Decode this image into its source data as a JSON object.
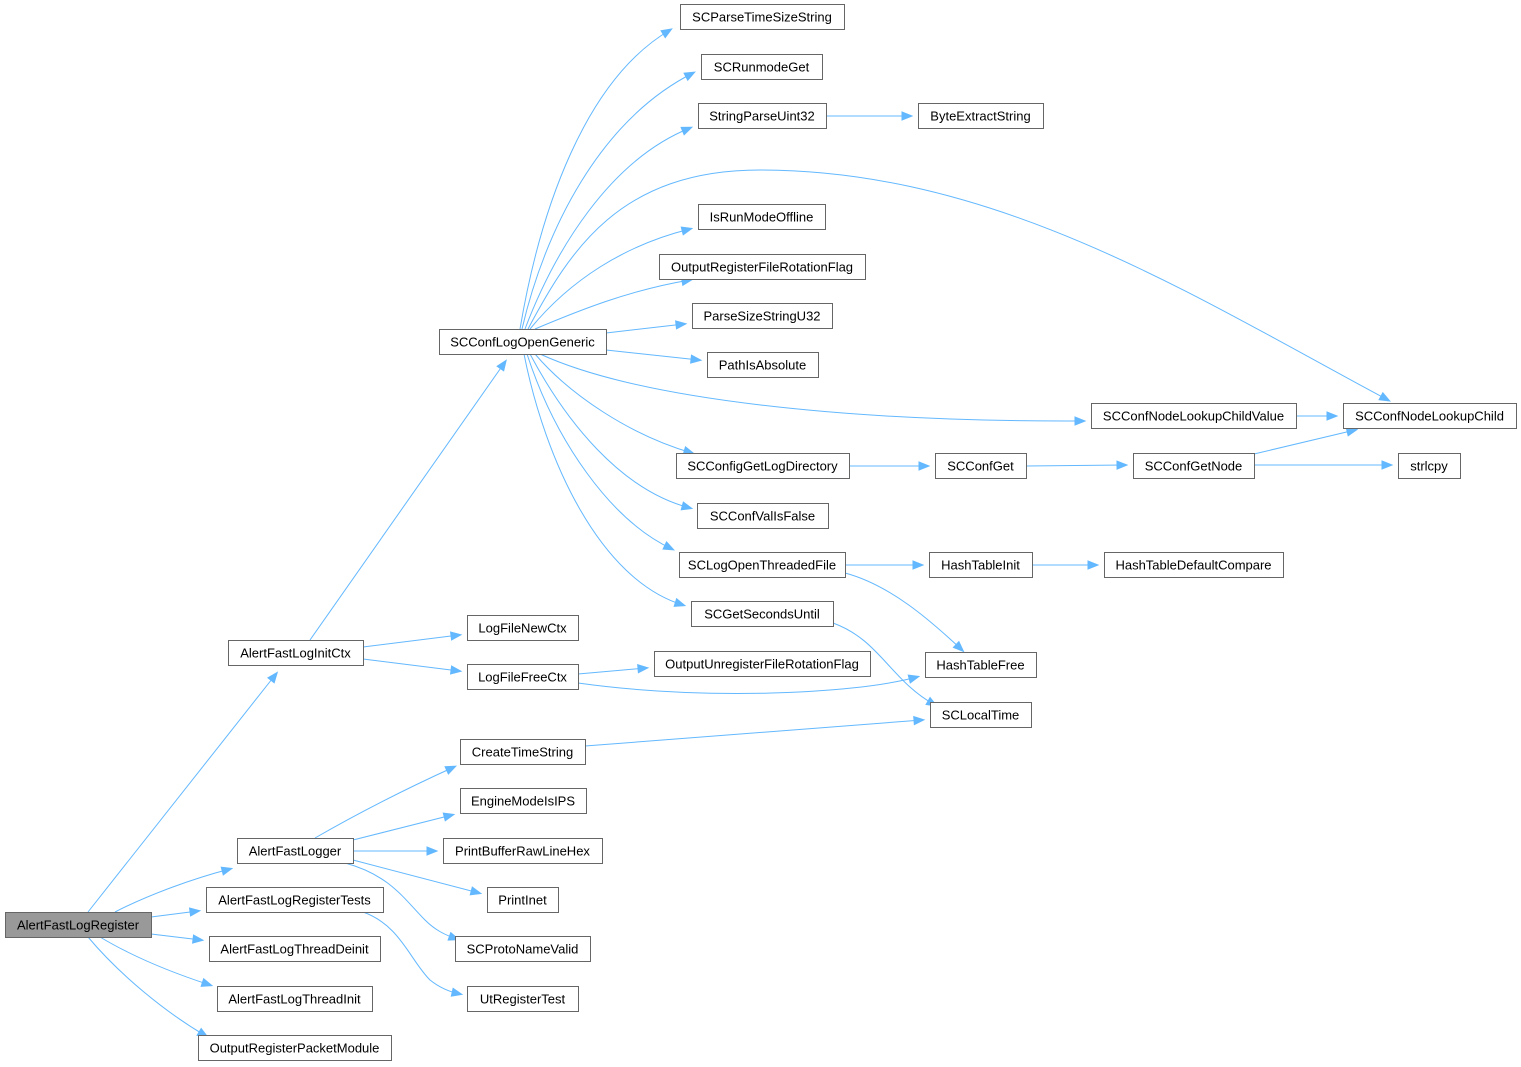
{
  "graph": {
    "colors": {
      "edge": "#63b8ff",
      "node_border": "#666666",
      "node_fill": "#ffffff",
      "root_fill": "#999999",
      "text": "#000000"
    },
    "nodes": [
      {
        "id": "AlertFastLogRegister",
        "label": "AlertFastLogRegister",
        "root": true
      },
      {
        "id": "AlertFastLogInitCtx",
        "label": "AlertFastLogInitCtx"
      },
      {
        "id": "AlertFastLogger",
        "label": "AlertFastLogger"
      },
      {
        "id": "AlertFastLogRegisterTests",
        "label": "AlertFastLogRegisterTests"
      },
      {
        "id": "AlertFastLogThreadDeinit",
        "label": "AlertFastLogThreadDeinit"
      },
      {
        "id": "AlertFastLogThreadInit",
        "label": "AlertFastLogThreadInit"
      },
      {
        "id": "OutputRegisterPacketModule",
        "label": "OutputRegisterPacketModule"
      },
      {
        "id": "SCConfLogOpenGeneric",
        "label": "SCConfLogOpenGeneric"
      },
      {
        "id": "LogFileNewCtx",
        "label": "LogFileNewCtx"
      },
      {
        "id": "LogFileFreeCtx",
        "label": "LogFileFreeCtx"
      },
      {
        "id": "CreateTimeString",
        "label": "CreateTimeString"
      },
      {
        "id": "EngineModeIsIPS",
        "label": "EngineModeIsIPS"
      },
      {
        "id": "PrintBufferRawLineHex",
        "label": "PrintBufferRawLineHex"
      },
      {
        "id": "PrintInet",
        "label": "PrintInet"
      },
      {
        "id": "SCProtoNameValid",
        "label": "SCProtoNameValid"
      },
      {
        "id": "UtRegisterTest",
        "label": "UtRegisterTest"
      },
      {
        "id": "SCParseTimeSizeString",
        "label": "SCParseTimeSizeString"
      },
      {
        "id": "SCRunmodeGet",
        "label": "SCRunmodeGet"
      },
      {
        "id": "StringParseUint32",
        "label": "StringParseUint32"
      },
      {
        "id": "IsRunModeOffline",
        "label": "IsRunModeOffline"
      },
      {
        "id": "OutputRegisterFileRotationFlag",
        "label": "OutputRegisterFileRotationFlag"
      },
      {
        "id": "ParseSizeStringU32",
        "label": "ParseSizeStringU32"
      },
      {
        "id": "PathIsAbsolute",
        "label": "PathIsAbsolute"
      },
      {
        "id": "SCConfigGetLogDirectory",
        "label": "SCConfigGetLogDirectory"
      },
      {
        "id": "SCConfValIsFalse",
        "label": "SCConfValIsFalse"
      },
      {
        "id": "SCLogOpenThreadedFile",
        "label": "SCLogOpenThreadedFile"
      },
      {
        "id": "SCGetSecondsUntil",
        "label": "SCGetSecondsUntil"
      },
      {
        "id": "OutputUnregisterFileRotationFlag",
        "label": "OutputUnregisterFileRotationFlag"
      },
      {
        "id": "ByteExtractString",
        "label": "ByteExtractString"
      },
      {
        "id": "SCConfGet",
        "label": "SCConfGet"
      },
      {
        "id": "HashTableInit",
        "label": "HashTableInit"
      },
      {
        "id": "HashTableFree",
        "label": "HashTableFree"
      },
      {
        "id": "SCLocalTime",
        "label": "SCLocalTime"
      },
      {
        "id": "SCConfNodeLookupChildValue",
        "label": "SCConfNodeLookupChildValue"
      },
      {
        "id": "SCConfGetNode",
        "label": "SCConfGetNode"
      },
      {
        "id": "HashTableDefaultCompare",
        "label": "HashTableDefaultCompare"
      },
      {
        "id": "SCConfNodeLookupChild",
        "label": "SCConfNodeLookupChild"
      },
      {
        "id": "strlcpy",
        "label": "strlcpy"
      }
    ],
    "edges": [
      [
        "AlertFastLogRegister",
        "AlertFastLogInitCtx"
      ],
      [
        "AlertFastLogRegister",
        "AlertFastLogger"
      ],
      [
        "AlertFastLogRegister",
        "AlertFastLogRegisterTests"
      ],
      [
        "AlertFastLogRegister",
        "AlertFastLogThreadDeinit"
      ],
      [
        "AlertFastLogRegister",
        "AlertFastLogThreadInit"
      ],
      [
        "AlertFastLogRegister",
        "OutputRegisterPacketModule"
      ],
      [
        "AlertFastLogInitCtx",
        "SCConfLogOpenGeneric"
      ],
      [
        "AlertFastLogInitCtx",
        "LogFileNewCtx"
      ],
      [
        "AlertFastLogInitCtx",
        "LogFileFreeCtx"
      ],
      [
        "SCConfLogOpenGeneric",
        "SCParseTimeSizeString"
      ],
      [
        "SCConfLogOpenGeneric",
        "SCRunmodeGet"
      ],
      [
        "SCConfLogOpenGeneric",
        "StringParseUint32"
      ],
      [
        "SCConfLogOpenGeneric",
        "SCConfNodeLookupChild"
      ],
      [
        "SCConfLogOpenGeneric",
        "IsRunModeOffline"
      ],
      [
        "SCConfLogOpenGeneric",
        "OutputRegisterFileRotationFlag"
      ],
      [
        "SCConfLogOpenGeneric",
        "ParseSizeStringU32"
      ],
      [
        "SCConfLogOpenGeneric",
        "PathIsAbsolute"
      ],
      [
        "SCConfLogOpenGeneric",
        "SCConfNodeLookupChildValue"
      ],
      [
        "SCConfLogOpenGeneric",
        "SCConfigGetLogDirectory"
      ],
      [
        "SCConfLogOpenGeneric",
        "SCConfValIsFalse"
      ],
      [
        "SCConfLogOpenGeneric",
        "SCLogOpenThreadedFile"
      ],
      [
        "SCConfLogOpenGeneric",
        "SCGetSecondsUntil"
      ],
      [
        "StringParseUint32",
        "ByteExtractString"
      ],
      [
        "SCConfNodeLookupChildValue",
        "SCConfNodeLookupChild"
      ],
      [
        "SCConfigGetLogDirectory",
        "SCConfGet"
      ],
      [
        "SCConfGet",
        "SCConfGetNode"
      ],
      [
        "SCConfGetNode",
        "SCConfNodeLookupChild"
      ],
      [
        "SCConfGetNode",
        "strlcpy"
      ],
      [
        "SCLogOpenThreadedFile",
        "HashTableInit"
      ],
      [
        "SCLogOpenThreadedFile",
        "HashTableFree"
      ],
      [
        "HashTableInit",
        "HashTableDefaultCompare"
      ],
      [
        "SCGetSecondsUntil",
        "SCLocalTime"
      ],
      [
        "LogFileFreeCtx",
        "OutputUnregisterFileRotationFlag"
      ],
      [
        "LogFileFreeCtx",
        "HashTableFree"
      ],
      [
        "AlertFastLogger",
        "CreateTimeString"
      ],
      [
        "AlertFastLogger",
        "EngineModeIsIPS"
      ],
      [
        "AlertFastLogger",
        "PrintBufferRawLineHex"
      ],
      [
        "AlertFastLogger",
        "PrintInet"
      ],
      [
        "AlertFastLogger",
        "SCProtoNameValid"
      ],
      [
        "AlertFastLogRegisterTests",
        "UtRegisterTest"
      ],
      [
        "CreateTimeString",
        "SCLocalTime"
      ]
    ]
  }
}
